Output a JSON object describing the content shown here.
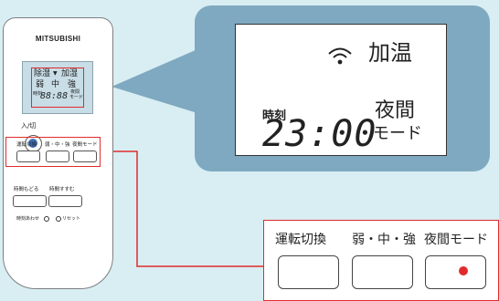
{
  "remote": {
    "brand": "MITSUBISHI",
    "mini_lcd": {
      "dehumidify": "除湿",
      "humidify": "加湿",
      "weak": "弱",
      "medium": "中",
      "strong": "強",
      "clock_label": "時刻",
      "time": "88:88",
      "night_mode_line1": "夜間",
      "night_mode_line2": "モード"
    },
    "power_label": "入/切",
    "buttons": {
      "operation_switch": "運転切換",
      "fan_speed": "弱・中・強",
      "night_mode": "夜間モード",
      "time_back": "時間もどる",
      "time_forward": "時間すすむ",
      "clock_set": "時刻あわせ",
      "reset": "リセット"
    }
  },
  "callout": {
    "humidify_label": "加温",
    "clock_label": "時刻",
    "time": "23:00",
    "night_label": "夜間",
    "mode_label": "モード"
  },
  "zoom": {
    "labels": [
      "運転切換",
      "弱・中・強",
      "夜間モード"
    ]
  },
  "colors": {
    "background": "#d8eef3",
    "callout": "#7fa9c0",
    "highlight": "#e12b2b",
    "power_button": "#3a6fb8"
  }
}
